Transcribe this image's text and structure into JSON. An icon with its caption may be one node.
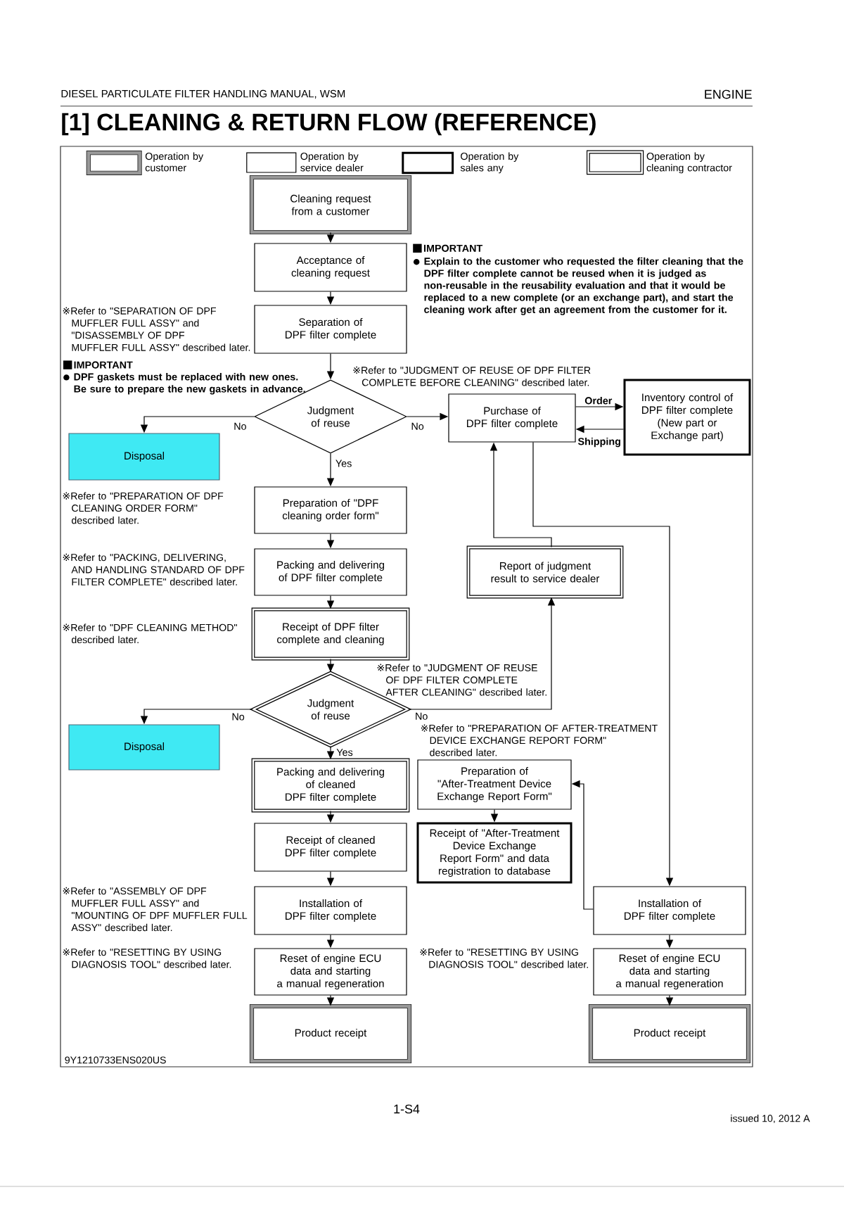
{
  "diagram": {
    "title": "[1] CLEANING & RETURN FLOW (REFERENCE)",
    "nodes": [
      {
        "text": [
          "Cleaning request from a customer"
        ]
      },
      {
        "text": [
          "Acceptance of cleaning request"
        ]
      },
      {
        "text": [
          "Separation of DPF filter complete"
        ]
      },
      {
        "text": [
          "Judgment of reuse"
        ]
      },
      {
        "text": [
          "Disposal"
        ]
      },
      {
        "text": [
          "Purchase of DPF filter complete"
        ]
      },
      {
        "text": [
          "Inventory control of DPF filter complete (New part or Exchange part)"
        ]
      },
      {
        "text": [
          "Preparation of \"DPF cleaning order form\""
        ]
      },
      {
        "text": [
          "Packing and delivering of DPF filter complete"
        ]
      },
      {
        "text": [
          "Report of judgment result to service dealer"
        ]
      },
      {
        "text": [
          "Receipt of DPF filter complete and cleaning"
        ]
      },
      {
        "text": [
          "Judgment of reuse"
        ]
      },
      {
        "text": [
          "Disposal"
        ]
      },
      {
        "text": [
          "Packing and delivering of cleaned DPF filter complete"
        ]
      },
      {
        "text": [
          "Preparation of \"After-Treatment Device Exchange Report Form\""
        ]
      },
      {
        "text": [
          "Receipt of cleaned DPF filter complete"
        ]
      },
      {
        "text": [
          "Receipt of \"After-Treatment Device Exchange Report Form\" and data registration to database"
        ]
      },
      {
        "text": [
          "Installation of DPF filter complete"
        ]
      },
      {
        "text": [
          "Installation of DPF filter complete"
        ]
      },
      {
        "text": [
          "Reset of engine ECU data and starting a manual regeneration"
        ]
      },
      {
        "text": [
          "Reset of engine ECU data and starting a manual regeneration"
        ]
      },
      {
        "text": [
          "Product receipt"
        ]
      },
      {
        "text": [
          "Product receipt"
        ]
      }
    ],
    "edges": [
      {
        "from": 0,
        "to": 1,
        "arrow": "to"
      },
      {
        "from": 1,
        "to": 2,
        "arrow": "to"
      },
      {
        "from": 2,
        "to": 3,
        "arrow": "to"
      },
      {
        "from": 3,
        "to": 4,
        "arrow": "to",
        "label": "No"
      },
      {
        "from": 3,
        "to": 5,
        "arrow": "to",
        "label": "No"
      },
      {
        "from": 3,
        "to": 7,
        "arrow": "to",
        "label": "Yes"
      },
      {
        "from": 5,
        "to": 6,
        "arrow": "to",
        "label": "Order"
      },
      {
        "from": 6,
        "to": 5,
        "arrow": "to",
        "label": "Shipping"
      },
      {
        "from": 7,
        "to": 8,
        "arrow": "to"
      },
      {
        "from": 8,
        "to": 10,
        "arrow": "to"
      },
      {
        "from": 9,
        "to": 5,
        "arrow": "to"
      },
      {
        "from": 5,
        "to": 18,
        "arrow": "to"
      },
      {
        "from": 10,
        "to": 11,
        "arrow": "to"
      },
      {
        "from": 11,
        "to": 12,
        "arrow": "to",
        "label": "No"
      },
      {
        "from": 11,
        "to": 9,
        "arrow": "to",
        "label": "No"
      },
      {
        "from": 11,
        "to": 13,
        "arrow": "to",
        "label": "Yes"
      },
      {
        "from": 13,
        "to": 15,
        "arrow": "to"
      },
      {
        "from": 14,
        "to": 16,
        "arrow": "to"
      },
      {
        "from": 15,
        "to": 17,
        "arrow": "to"
      },
      {
        "from": 17,
        "to": 19,
        "arrow": "to"
      },
      {
        "from": 19,
        "to": 21,
        "arrow": "to"
      },
      {
        "from": 18,
        "to": 20,
        "arrow": "to"
      },
      {
        "from": 20,
        "to": 22,
        "arrow": "to"
      },
      {
        "from": 18,
        "to": 14,
        "arrow": "to"
      }
    ],
    "labels": [
      "DIESEL PARTICULATE FILTER HANDLING MANUAL, WSM",
      "ENGINE",
      "IMPORTANT",
      "Explain to the customer who requested the filter cleaning that the DPF filter complete cannot be reused when it is judged as non-reusable in the reusability evaluation and that it would be replaced to a new complete (or an exchange part), and start the cleaning work after get an agreement from the customer for it.",
      "※Refer to \"SEPARATION OF DPF MUFFLER FULL ASSY\" and \"DISASSEMBLY OF DPF MUFFLER FULL ASSY\" described later.",
      "IMPORTANT",
      "DPF gaskets must be replaced with new ones. Be sure to prepare the new gaskets in advance.",
      "※Refer to \"JUDGMENT OF REUSE OF DPF FILTER COMPLETE BEFORE CLEANING\" described later.",
      "※Refer to \"PREPARATION OF DPF CLEANING ORDER FORM\" described later.",
      "※Refer to \"PACKING, DELIVERING, AND HANDLING STANDARD OF DPF FILTER COMPLETE\" described later.",
      "※Refer to \"DPF CLEANING METHOD\" described later.",
      "※Refer to \"JUDGMENT OF REUSE OF DPF FILTER COMPLETE AFTER CLEANING\" described later.",
      "※Refer to \"PREPARATION OF AFTER-TREATMENT DEVICE EXCHANGE REPORT FORM\" described later.",
      "※Refer to \"ASSEMBLY OF DPF MUFFLER FULL ASSY\" and \"MOUNTING OF DPF MUFFLER FULL ASSY\" described later.",
      "※Refer to \"RESETTING BY USING DIAGNOSIS TOOL\" described later.",
      "※Refer to \"RESETTING BY USING DIAGNOSIS TOOL\" described later.",
      "9Y1210733ENS020US",
      "1-S4",
      "issued 10, 2012 A"
    ],
    "legend": [
      {
        "text": "Operation by customer"
      },
      {
        "text": "Operation by service dealer"
      },
      {
        "text": "Operation by sales any"
      },
      {
        "text": "Operation by cleaning contractor"
      }
    ]
  }
}
